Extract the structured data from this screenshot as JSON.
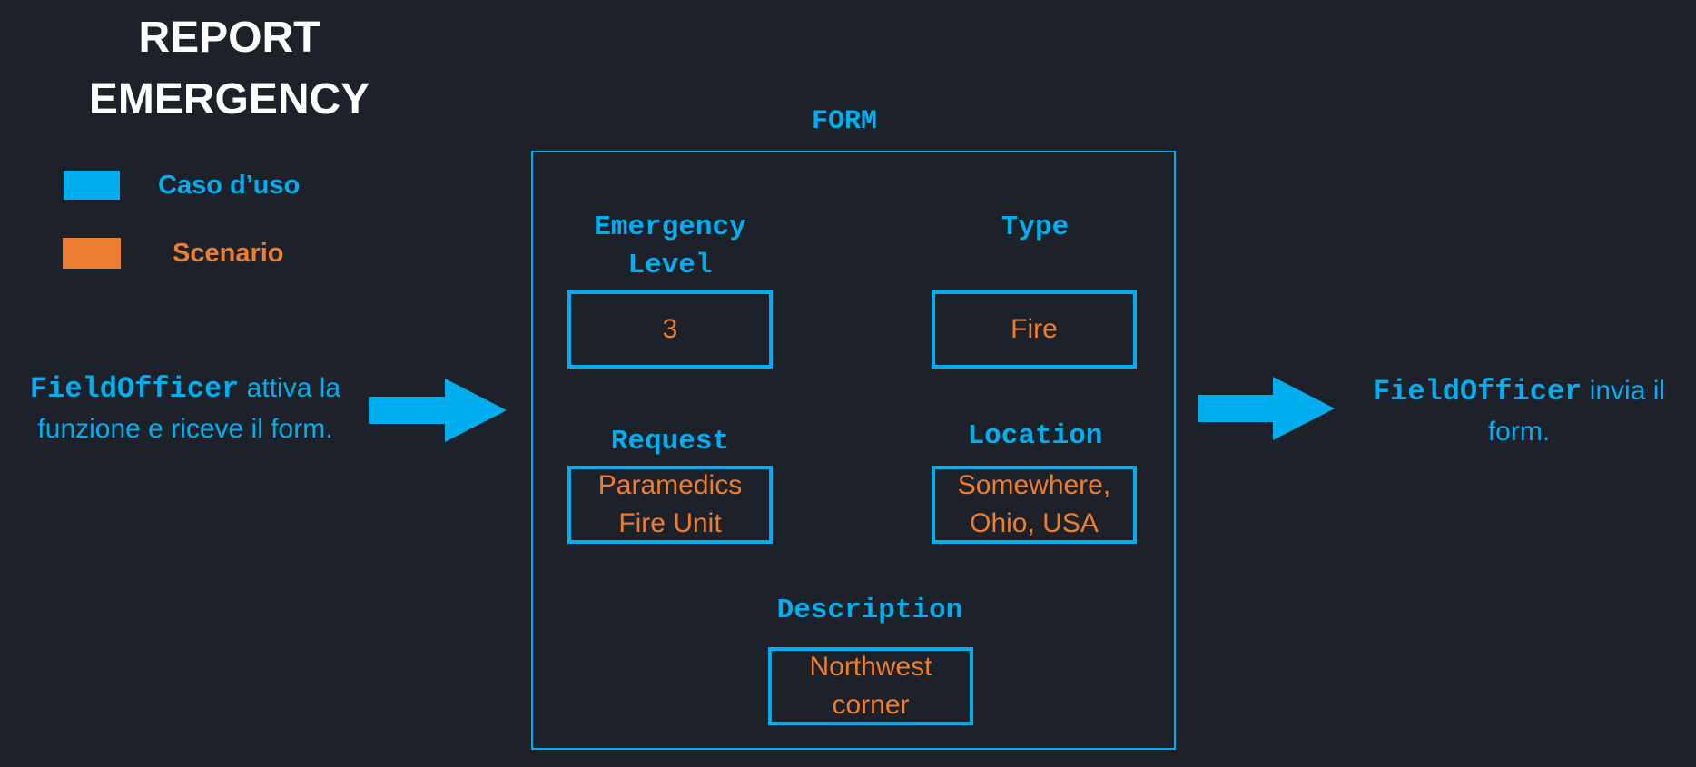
{
  "title": {
    "line1": "REPORT",
    "line2": "EMERGENCY"
  },
  "legend": [
    {
      "label": "Caso d’uso",
      "color": "#00aeef"
    },
    {
      "label": "Scenario",
      "color": "#ed7d31"
    }
  ],
  "left_note": {
    "actor": "FieldOfficer",
    "text1": " attiva la",
    "text2": "funzione e riceve il form."
  },
  "right_note": {
    "actor": "FieldOfficer",
    "text1": " invia il",
    "text2": "form."
  },
  "form": {
    "caption": "FORM",
    "fields": {
      "level": {
        "label1": "Emergency",
        "label2": "Level",
        "value1": "3"
      },
      "type": {
        "label": "Type",
        "value1": "Fire"
      },
      "request": {
        "label": "Request",
        "value1": "Paramedics",
        "value2": "Fire Unit"
      },
      "location": {
        "label": "Location",
        "value1": "Somewhere,",
        "value2": "Ohio, USA"
      },
      "description": {
        "label": "Description",
        "value1": "Northwest",
        "value2": "corner"
      }
    }
  },
  "colors": {
    "background": "#1d2129",
    "accent": "#00aeef",
    "scenario": "#ed7d31",
    "title": "#ffffff"
  }
}
